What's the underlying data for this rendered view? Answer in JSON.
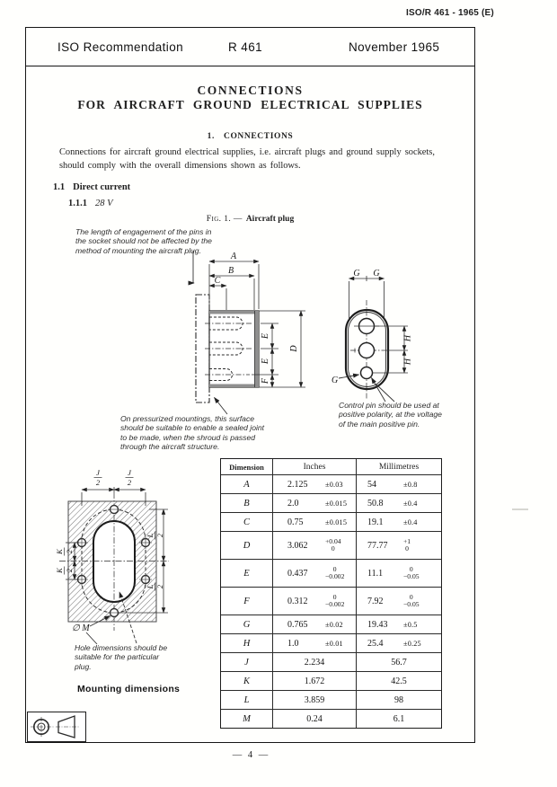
{
  "colors": {
    "ink": "#1f1f1f",
    "paper": "#ffffff"
  },
  "doc_ref": "ISO/R 461 - 1965 (E)",
  "header": {
    "org": "ISO Recommendation",
    "number": "R 461",
    "date": "November 1965"
  },
  "title": {
    "line1": "CONNECTIONS",
    "line2": "FOR AIRCRAFT GROUND ELECTRICAL SUPPLIES"
  },
  "section": {
    "num": "1.",
    "label": "CONNECTIONS"
  },
  "intro": "Connections for aircraft ground electrical supplies, i.e. aircraft plugs and ground supply sockets,\nshould comply with the overall dimensions shown as follows.",
  "sub_section": {
    "num": "1.1",
    "label": "Direct current"
  },
  "sub_sub_section": {
    "num": "1.1.1",
    "label": "28 V"
  },
  "figure": {
    "caption_prefix": "Fig. 1. —",
    "caption": "Aircraft plug"
  },
  "notes": {
    "engagement": "The length of engagement of the pins in\nthe socket should not be affected by the\nmethod of mounting the aircraft plug.",
    "pressurized": "On pressurized mountings, this surface\nshould be suitable to enable a sealed joint\nto be made, when the shroud is passed\nthrough the aircraft structure.",
    "control_pin": "Control pin should be used at\npositive polarity, at the voltage\nof the main positive pin.",
    "hole": "Hole dimensions should be\nsuitable for the particular\nplug.",
    "mounting_caption": "Mounting dimensions"
  },
  "labels": {
    "A": "A",
    "B": "B",
    "C": "C",
    "D": "D",
    "E": "E",
    "F": "F",
    "G": "G",
    "H": "H",
    "J": "J",
    "K": "K",
    "L": "L",
    "two": "2",
    "dia_m": "∅ M"
  },
  "table": {
    "headers": [
      "Dimension",
      "Inches",
      "Millimetres"
    ],
    "rows": [
      {
        "dim": "A",
        "inches": {
          "val": "2.125",
          "tol": "±0.03"
        },
        "mm": {
          "val": "54",
          "tol": "±0.8"
        }
      },
      {
        "dim": "B",
        "inches": {
          "val": "2.0",
          "tol": "±0.015"
        },
        "mm": {
          "val": "50.8",
          "tol": "±0.4"
        }
      },
      {
        "dim": "C",
        "inches": {
          "val": "0.75",
          "tol": "±0.015"
        },
        "mm": {
          "val": "19.1",
          "tol": "±0.4"
        }
      },
      {
        "dim": "D",
        "inches": {
          "val": "3.062",
          "top": "+0.04",
          "bot": "0"
        },
        "mm": {
          "val": "77.77",
          "top": "+1",
          "bot": "0"
        }
      },
      {
        "dim": "E",
        "inches": {
          "val": "0.437",
          "top": "0",
          "bot": "−0.002"
        },
        "mm": {
          "val": "11.1",
          "top": "0",
          "bot": "−0.05"
        }
      },
      {
        "dim": "F",
        "inches": {
          "val": "0.312",
          "top": "0",
          "bot": "−0.002"
        },
        "mm": {
          "val": "7.92",
          "top": "0",
          "bot": "−0.05"
        }
      },
      {
        "dim": "G",
        "inches": {
          "val": "0.765",
          "tol": "±0.02"
        },
        "mm": {
          "val": "19.43",
          "tol": "±0.5"
        }
      },
      {
        "dim": "H",
        "inches": {
          "val": "1.0",
          "tol": "±0.01"
        },
        "mm": {
          "val": "25.4",
          "tol": "±0.25"
        }
      },
      {
        "dim": "J",
        "inches": {
          "val": "2.234"
        },
        "mm": {
          "val": "56.7"
        }
      },
      {
        "dim": "K",
        "inches": {
          "val": "1.672"
        },
        "mm": {
          "val": "42.5"
        }
      },
      {
        "dim": "L",
        "inches": {
          "val": "3.859"
        },
        "mm": {
          "val": "98"
        }
      },
      {
        "dim": "M",
        "inches": {
          "val": "0.24"
        },
        "mm": {
          "val": "6.1"
        }
      }
    ]
  },
  "footer": {
    "page_number": "— 4 —"
  }
}
